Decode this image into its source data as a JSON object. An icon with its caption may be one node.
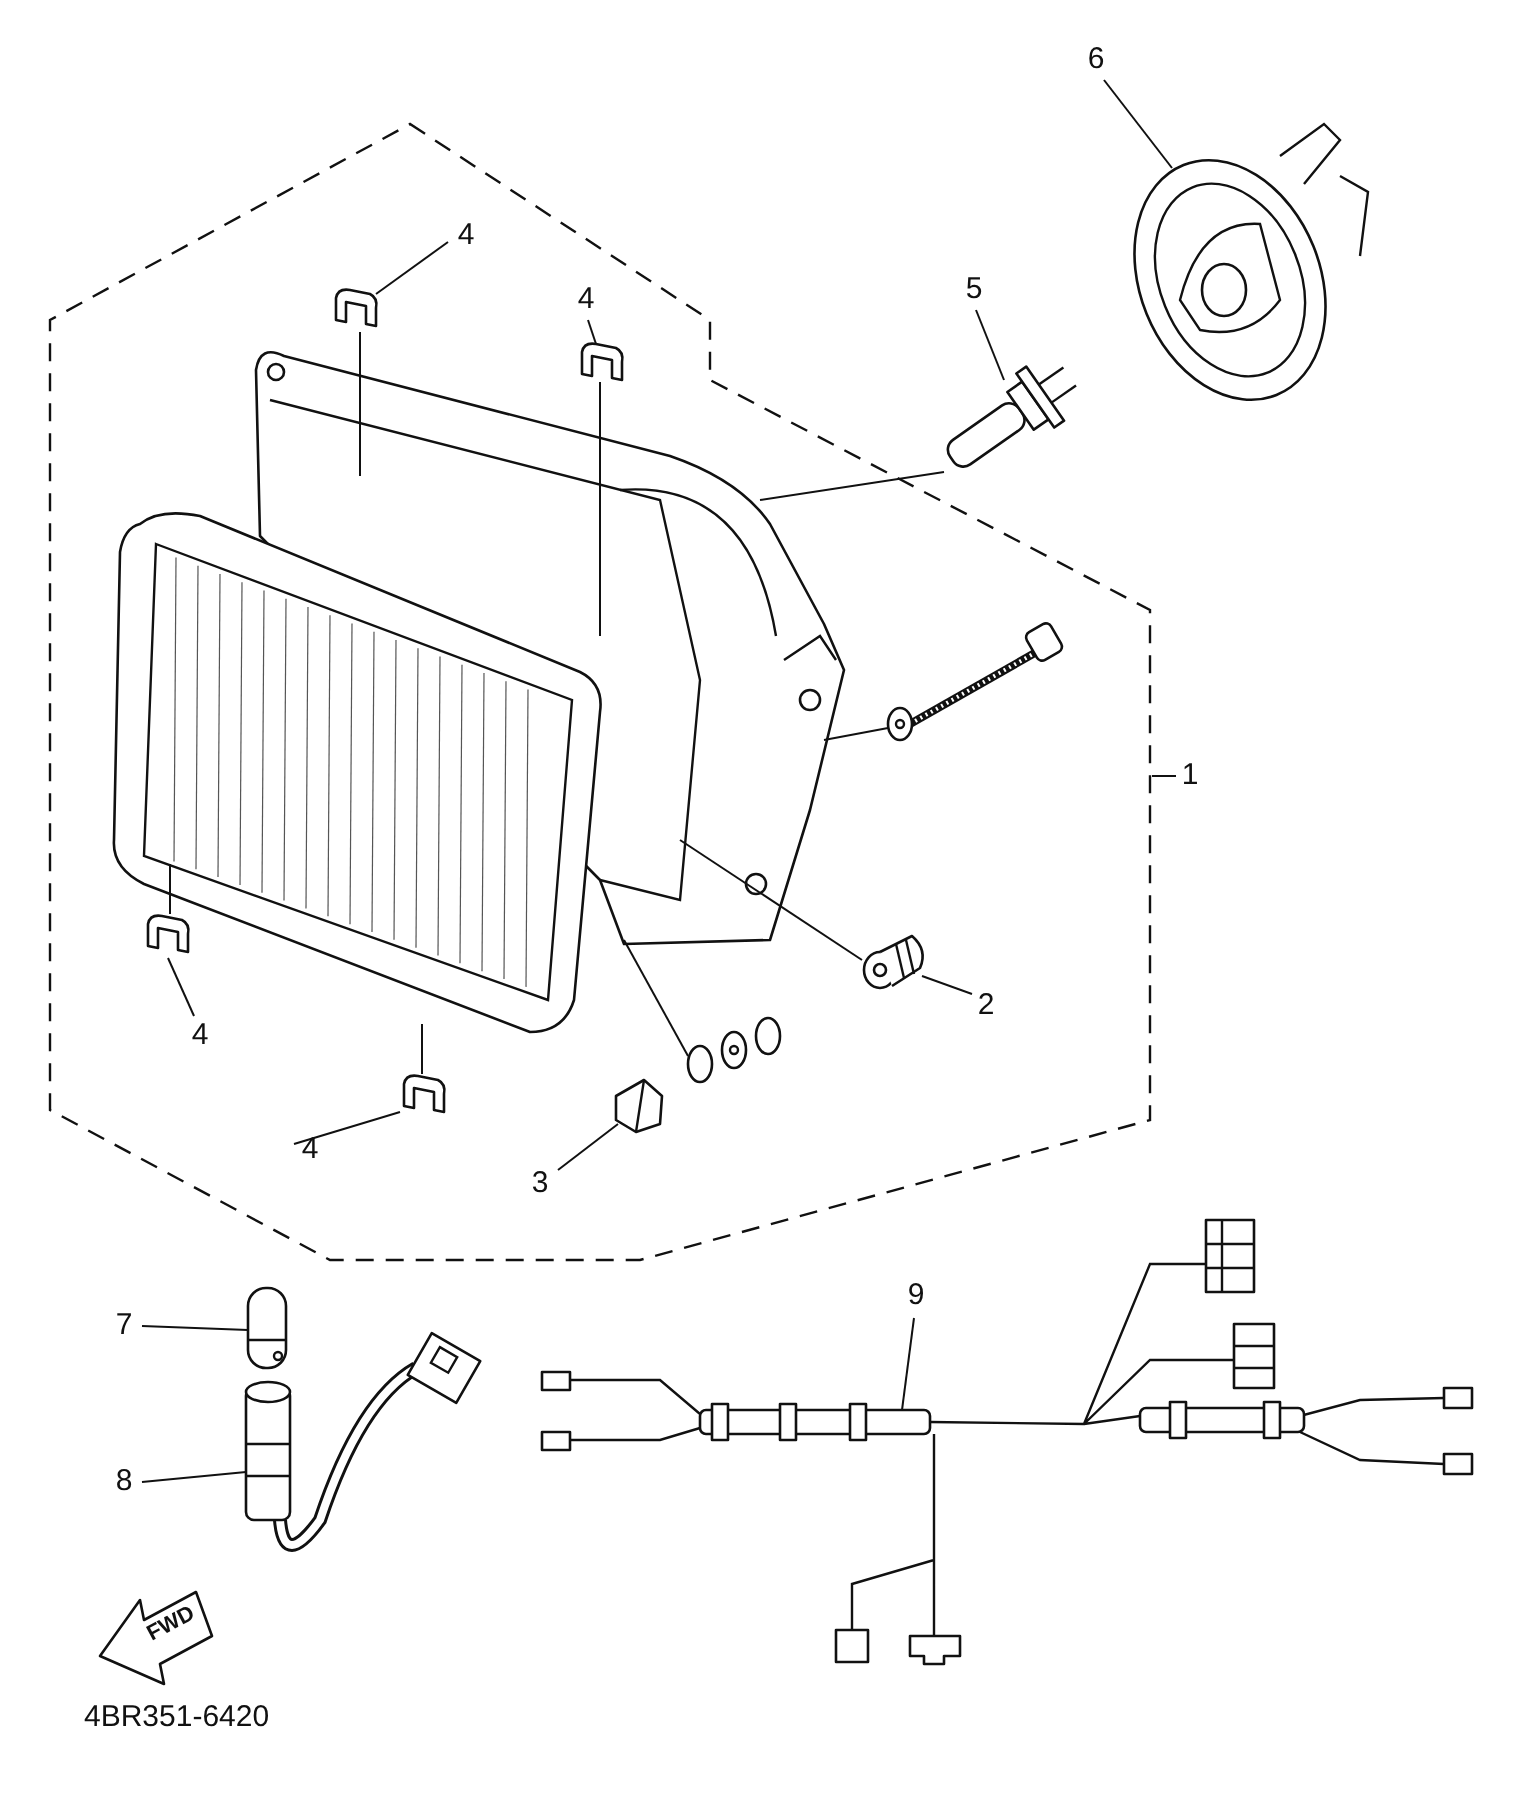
{
  "diagram": {
    "caption": "4BR351-6420",
    "nodes": [
      {
        "text": [
          "1"
        ]
      },
      {
        "text": [],
        "shape": "polygon"
      },
      {
        "text": [],
        "shape": "picture",
        "in": 1
      },
      {
        "text": [
          "4"
        ],
        "in": 1
      },
      {
        "text": [],
        "shape": "picture",
        "in": 1
      },
      {
        "text": [
          "4"
        ],
        "in": 1
      },
      {
        "text": [],
        "shape": "picture",
        "in": 1
      },
      {
        "text": [
          "4"
        ],
        "in": 1
      },
      {
        "text": [],
        "shape": "picture",
        "in": 1
      },
      {
        "text": [
          "4"
        ],
        "in": 1
      },
      {
        "text": [],
        "shape": "picture",
        "in": 1
      },
      {
        "text": [
          "2"
        ],
        "in": 1
      },
      {
        "text": [],
        "shape": "picture",
        "in": 1
      },
      {
        "text": [
          "3"
        ],
        "in": 1
      },
      {
        "text": [],
        "shape": "picture",
        "in": 1
      },
      {
        "text": [
          "5"
        ]
      },
      {
        "text": [],
        "shape": "picture"
      },
      {
        "text": [
          "6"
        ]
      },
      {
        "text": [],
        "shape": "picture"
      },
      {
        "text": [
          "7"
        ]
      },
      {
        "text": [],
        "shape": "picture"
      },
      {
        "text": [
          "8"
        ]
      },
      {
        "text": [],
        "shape": "picture"
      },
      {
        "text": [
          "9"
        ],
        "in": 24
      },
      {
        "text": [],
        "shape": "picture"
      },
      {
        "text": [],
        "shape": "picture",
        "in": 1
      },
      {
        "text": [],
        "shape": "picture",
        "in": 1
      }
    ],
    "edges": [
      {
        "from": 0,
        "to": 1,
        "arrow": "none"
      },
      {
        "from": 3,
        "to": 4,
        "arrow": "none"
      },
      {
        "from": 5,
        "to": 6,
        "arrow": "none"
      },
      {
        "from": 7,
        "to": 8,
        "arrow": "none"
      },
      {
        "from": 9,
        "to": 10,
        "arrow": "none"
      },
      {
        "from": 11,
        "to": 12,
        "arrow": "none"
      },
      {
        "from": 13,
        "to": 14,
        "arrow": "none"
      },
      {
        "from": 15,
        "to": 16,
        "arrow": "none"
      },
      {
        "from": 17,
        "to": 18,
        "arrow": "none"
      },
      {
        "from": 19,
        "to": 20,
        "arrow": "none"
      },
      {
        "from": 21,
        "to": 22,
        "arrow": "none"
      },
      {
        "from": 23,
        "to": 24,
        "arrow": "none"
      },
      {
        "from": 4,
        "to": 2,
        "arrow": "none"
      },
      {
        "from": 6,
        "to": 2,
        "arrow": "none"
      },
      {
        "from": 16,
        "to": 2,
        "arrow": "none"
      },
      {
        "from": 25,
        "to": 2,
        "arrow": "none"
      },
      {
        "from": 12,
        "to": 2,
        "arrow": "none"
      },
      {
        "from": 26,
        "to": 2,
        "arrow": "none"
      },
      {
        "from": 8,
        "to": 2,
        "arrow": "none"
      },
      {
        "from": 10,
        "to": 2,
        "arrow": "none"
      }
    ],
    "labels": [
      "FWD"
    ]
  }
}
